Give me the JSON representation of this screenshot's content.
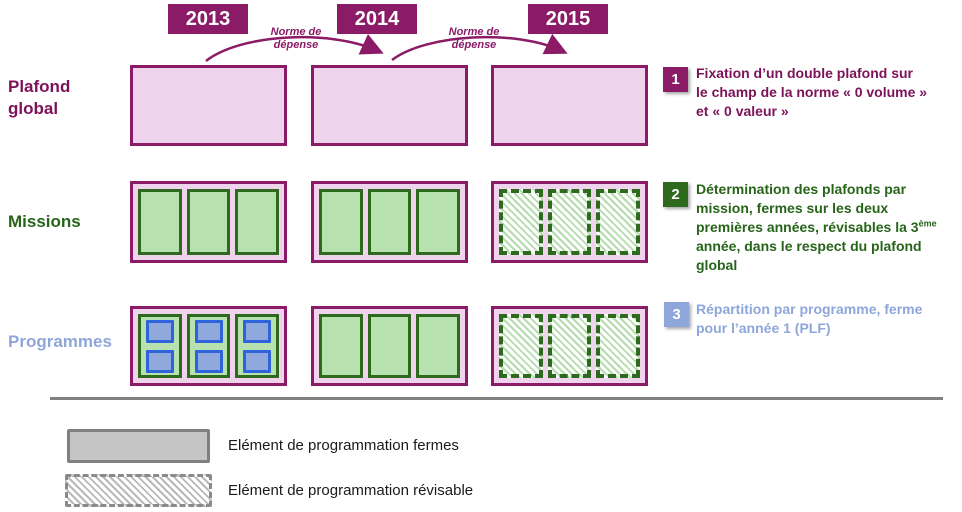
{
  "header": {
    "years": [
      "2013",
      "2014",
      "2015"
    ],
    "norme_labels": [
      "Norme de dépense",
      "Norme de dépense"
    ]
  },
  "rows": {
    "plafond": {
      "label": "Plafond global"
    },
    "missions": {
      "label": "Missions"
    },
    "programmes": {
      "label": "Programmes"
    }
  },
  "annotations": [
    {
      "number": "1",
      "text": "Fixation d’un double plafond sur le champ de la norme « 0 volume » et « 0 valeur »"
    },
    {
      "number": "2",
      "text_before": "Détermination des plafonds par mission, fermes sur les deux premières années, révisables la 3",
      "sup": "ème",
      "text_after": " année, dans le respect du plafond global"
    },
    {
      "number": "3",
      "text": "Répartition par programme, ferme pour l’année 1 (PLF)"
    }
  ],
  "legend": {
    "items": [
      {
        "style": "solid",
        "label": "Elément de programmation fermes"
      },
      {
        "style": "dashed",
        "label": "Elément de programmation révisable"
      }
    ]
  },
  "colors": {
    "magenta": "#8B1A67",
    "magenta_text": "#7C1258",
    "pink_fill": "#F0D3EC",
    "green_border": "#2D6A1E",
    "green_fill": "#B7E1AF",
    "green_text": "#276419",
    "blue_border": "#2E63DC",
    "blue_fill": "#8FA9DC",
    "periwinkle": "#8FA6DB",
    "gray_line": "#808080",
    "gray_fill": "#C5C5C5"
  }
}
